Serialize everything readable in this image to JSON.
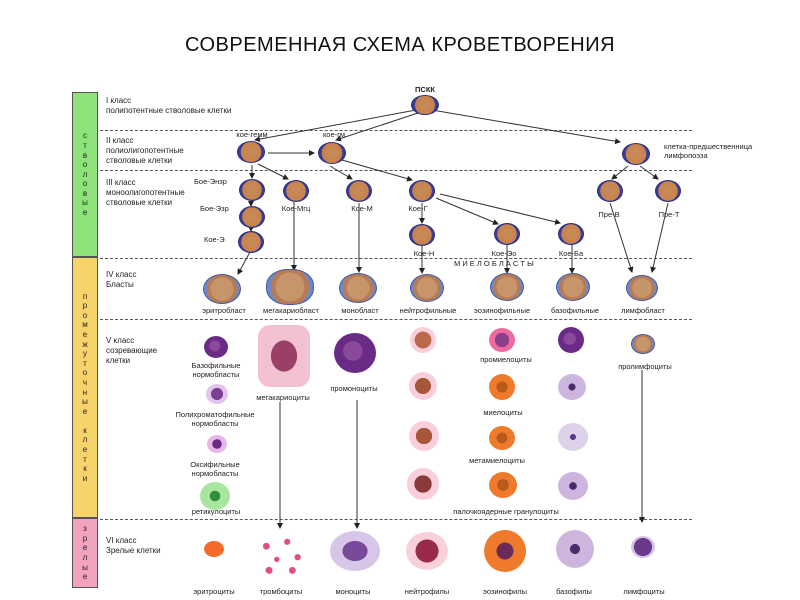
{
  "title": "СОВРЕМЕННАЯ СХЕМА КРОВЕТВОРЕНИЯ",
  "bands": {
    "stem": {
      "letters": [
        "с",
        "т",
        "в",
        "о",
        "л",
        "о",
        "в",
        "ы",
        "е"
      ],
      "color": "#8ee27a"
    },
    "intermediate": {
      "letters": [
        "п",
        "р",
        "о",
        "м",
        "е",
        "ж",
        "у",
        "т",
        "о",
        "ч",
        "н",
        "ы",
        "е",
        "",
        "к",
        "л",
        "е",
        "т",
        "к",
        "и"
      ],
      "color": "#f7d46a"
    },
    "mature": {
      "letters": [
        "з",
        "р",
        "е",
        "л",
        "ы",
        "е"
      ],
      "color": "#f2a3c0"
    }
  },
  "classes": {
    "c1": {
      "title": "I класс",
      "desc": "полипотентные стволовые клетки"
    },
    "c2": {
      "title": "II класс",
      "desc1": "полиолигопотентные",
      "desc2": " стволовые клетки"
    },
    "c3": {
      "title": "III класс",
      "desc1": "моноолигопотентные",
      "desc2": "стволовые клетки"
    },
    "c4": {
      "title": "IV класс",
      "desc": "Бласты"
    },
    "c5": {
      "title": "V класс",
      "desc1": "созревающие",
      "desc2": " клетки"
    },
    "c6": {
      "title": "VI класс",
      "desc": "Зрелые клетки"
    }
  },
  "labels": {
    "psk": "ПСКК",
    "koe_gemm": "кое-гемм",
    "koe_gm": "кое-гм",
    "lymph_precursor1": "клетка-предшественница",
    "lymph_precursor2": " лимфопоэза",
    "boe_enzr": "Бое-Энзр",
    "boe_ezr": "Бое-Эзр",
    "koe_mgc": "Кое-Мгц",
    "koe_m": "Кое-М",
    "koe_g": "Кое-Г",
    "koe_e": "Кое-Э",
    "koe_n": "Кое-Н",
    "koe_eo": "Кое-Эо",
    "koe_ba": "Кое-Ба",
    "pre_v": "Пре-В",
    "pre_t": "Пре-Т",
    "mieloblasty": "М И Е Л О Б Л А С Т Ы",
    "eritroblast": "эритробласт",
    "megakarioblast": "мегакариобласт",
    "monoblast": "монобласт",
    "neitrofilnye": "нейтрофильные",
    "eozinofilnye": "эозинофильные",
    "bazofilnye": "базофильные",
    "limfoblast": "лимфобласт",
    "bazo_norm1": "Базофильные",
    "bazo_norm2": "нормобласты",
    "megakariocity": "мегакариоциты",
    "promonocity": "промоноциты",
    "promielocity": "промиелоциты",
    "prolimfocity": "пролимфоциты",
    "poli_norm1": "Полихроматофильные",
    "poli_norm2": "нормобласты",
    "mielocity": "миелоциты",
    "oksi_norm1": "Оксифильные",
    "oksi_norm2": "нормобласты",
    "metamielocity": "метамиелоциты",
    "retikulocity": "ретикулоциты",
    "palochko": "палочкоядерные гранулоциты",
    "eritrocity": "эритроциты",
    "trombocity": "тромбоциты",
    "monocity": "моноциты",
    "neitrofily": "нейтрофилы",
    "eozinofily": "эозинофилы",
    "bazofily": "базофилы",
    "limfocity": "лимфоциты"
  }
}
